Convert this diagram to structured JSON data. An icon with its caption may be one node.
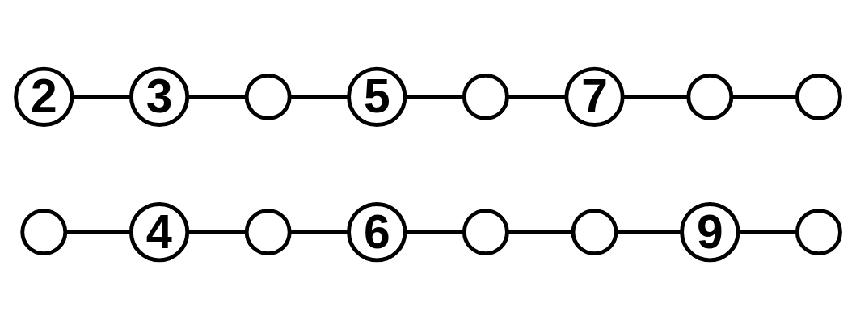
{
  "diagram": {
    "nodes": [
      {
        "text": [
          "2"
        ]
      },
      {
        "text": [
          "3"
        ]
      },
      {
        "text": [],
        "shape": "circle"
      },
      {
        "text": [
          "5"
        ]
      },
      {
        "text": [],
        "shape": "circle"
      },
      {
        "text": [
          "7"
        ]
      },
      {
        "text": [],
        "shape": "circle"
      },
      {
        "text": [],
        "shape": "circle"
      },
      {
        "text": [],
        "shape": "circle"
      },
      {
        "text": [
          "4"
        ]
      },
      {
        "text": [],
        "shape": "circle"
      },
      {
        "text": [
          "6"
        ]
      },
      {
        "text": [],
        "shape": "circle"
      },
      {
        "text": [],
        "shape": "circle"
      },
      {
        "text": [
          "9"
        ]
      },
      {
        "text": [],
        "shape": "circle"
      }
    ],
    "edges": [
      {
        "from": 0,
        "to": 1,
        "arrow": "none"
      },
      {
        "from": 1,
        "to": 2,
        "arrow": "none"
      },
      {
        "from": 2,
        "to": 3,
        "arrow": "none"
      },
      {
        "from": 3,
        "to": 4,
        "arrow": "none"
      },
      {
        "from": 4,
        "to": 5,
        "arrow": "none"
      },
      {
        "from": 5,
        "to": 6,
        "arrow": "none"
      },
      {
        "from": 6,
        "to": 7,
        "arrow": "none"
      },
      {
        "from": 8,
        "to": 9,
        "arrow": "none"
      },
      {
        "from": 9,
        "to": 10,
        "arrow": "none"
      },
      {
        "from": 10,
        "to": 11,
        "arrow": "none"
      },
      {
        "from": 11,
        "to": 12,
        "arrow": "none"
      },
      {
        "from": 12,
        "to": 13,
        "arrow": "none"
      },
      {
        "from": 13,
        "to": 14,
        "arrow": "none"
      },
      {
        "from": 14,
        "to": 15,
        "arrow": "none"
      }
    ]
  }
}
